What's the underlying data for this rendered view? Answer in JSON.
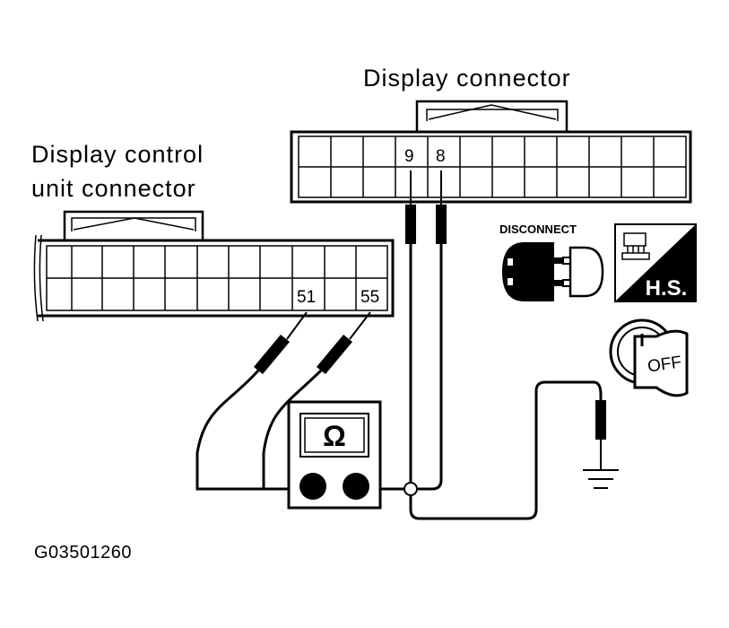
{
  "display_connector": {
    "label": "Display connector",
    "pins": [
      "9",
      "8"
    ]
  },
  "control_unit_connector": {
    "label_line1": "Display control",
    "label_line2": "unit connector",
    "pins": [
      "51",
      "55"
    ]
  },
  "ohmmeter": {
    "symbol": "Ω",
    "icon": "ohmmeter-icon"
  },
  "icons": {
    "disconnect_label": "DISCONNECT",
    "disconnect_icon": "disconnect-icon",
    "harness_side_label": "H.S.",
    "harness_side_icon": "harness-side-icon",
    "ignition_label": "OFF",
    "ignition_icon": "ignition-key-icon",
    "ground_icon": "ground-icon"
  },
  "figure_code": "G03501260",
  "colors": {
    "ink": "#000000",
    "paper": "#ffffff"
  }
}
